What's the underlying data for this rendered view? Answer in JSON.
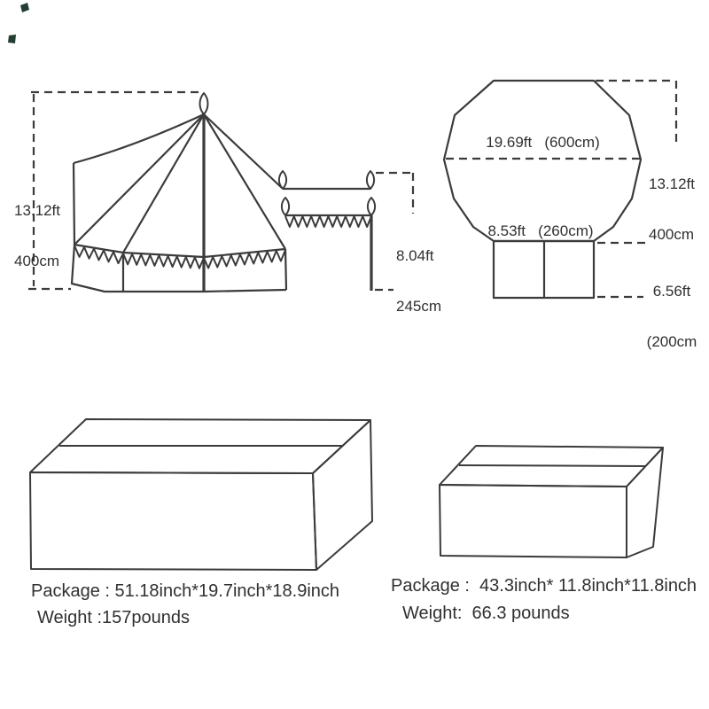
{
  "colors": {
    "line": "#3b3b3b",
    "text": "#303030",
    "background": "#ffffff",
    "artifact": "#223f31"
  },
  "side_view": {
    "tent_height": {
      "ft": "13.12ft",
      "cm": "400cm"
    },
    "awning_height": {
      "ft": "8.04ft",
      "cm": "245cm"
    }
  },
  "top_view": {
    "diameter": "19.69ft   (600cm)",
    "height": {
      "ft": "13.12ft",
      "cm": "400cm"
    },
    "porch_width": "8.53ft   (260cm)",
    "porch_depth": {
      "ft": "6.56ft",
      "cm": "(200cm"
    }
  },
  "packages": {
    "large": {
      "size": "Package : 51.18inch*19.7inch*18.9inch",
      "weight": "Weight :157pounds"
    },
    "small": {
      "size": "Package :  43.3inch* 11.8inch*11.8inch",
      "weight": "Weight:  66.3 pounds"
    }
  }
}
